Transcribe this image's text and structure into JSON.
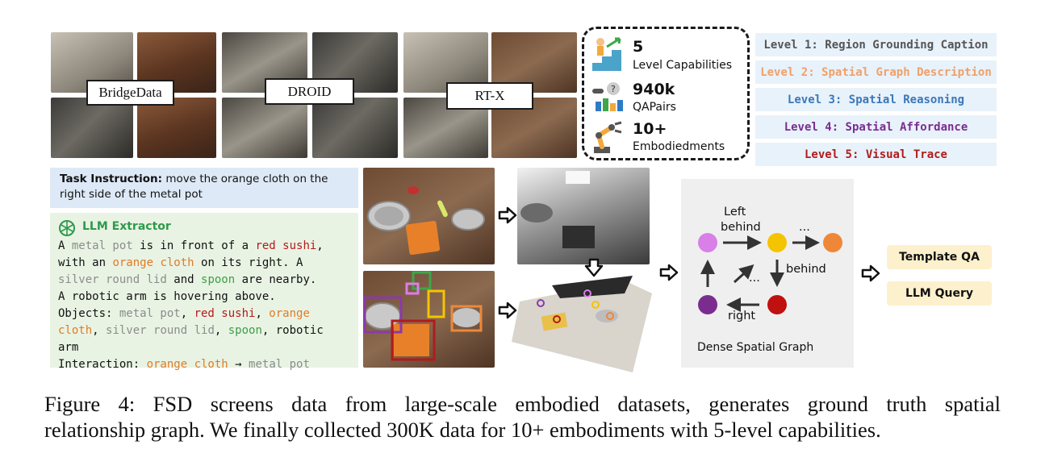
{
  "datasets": [
    {
      "label": "BridgeData"
    },
    {
      "label": "DROID"
    },
    {
      "label": "RT-X"
    }
  ],
  "stats": [
    {
      "value": "5",
      "label": "Level Capabilities",
      "icon": "stairs-growth-icon"
    },
    {
      "value": "940k",
      "label": "QAPairs",
      "icon": "bar-chart-question-icon"
    },
    {
      "value": "10+",
      "label": "Embodiedments",
      "icon": "robot-arm-icon"
    }
  ],
  "levels": [
    {
      "text": "Level 1: Region Grounding Caption",
      "color": "#555555"
    },
    {
      "text": "Level 2: Spatial Graph Description",
      "color": "#f0a06a"
    },
    {
      "text": "Level 3: Spatial Reasoning",
      "color": "#3a78b8"
    },
    {
      "text": "Level 4: Spatial Affordance",
      "color": "#7a2d8f"
    },
    {
      "text": "Level 5: Visual Trace",
      "color": "#b01c1c"
    }
  ],
  "task": {
    "label": "Task Instruction:",
    "text": "move the orange cloth on the right side of the metal pot"
  },
  "llm": {
    "title": "LLM Extractor",
    "line1_a": "A ",
    "line1_b": "metal pot",
    "line1_c": " is in front of a ",
    "line1_d": "red sushi",
    "line1_e": ",",
    "line2_a": "with an ",
    "line2_b": "orange cloth",
    "line2_c": " on its right. A",
    "line3_a": "silver round lid",
    "line3_b": " and ",
    "line3_c": "spoon",
    "line3_d": " are nearby.",
    "line4": "A robotic arm is hovering above.",
    "objects_label": "Objects: ",
    "obj1": "metal pot",
    "obj_sep": ", ",
    "obj2": "red sushi",
    "obj3": "orange",
    "obj3b": "cloth",
    "obj4": "silver round lid",
    "obj5": "spoon",
    "obj6": ", robotic",
    "obj6b": "arm",
    "interaction_label": "Interaction: ",
    "int_a": "orange cloth",
    "int_arrow": " → ",
    "int_b": "metal pot"
  },
  "graph": {
    "title": "Dense Spatial Graph",
    "edge_left_behind_1": "Left",
    "edge_left_behind_2": "behind",
    "edge_dots_top": "...",
    "edge_behind": "behind",
    "edge_dots_mid": "...",
    "edge_right": "right",
    "node_colors": [
      "#d87fe8",
      "#f5c400",
      "#ee8838",
      "#7a2d8f",
      "#c01010"
    ]
  },
  "outputs": [
    {
      "label": "Template QA"
    },
    {
      "label": "LLM Query"
    }
  ],
  "caption": {
    "line1": "Figure 4: FSD screens data from large-scale embodied datasets, generates ground truth spatial",
    "line2": "relationship graph. We finally collected 300K data for 10+ embodiments with 5-level capabilities."
  }
}
